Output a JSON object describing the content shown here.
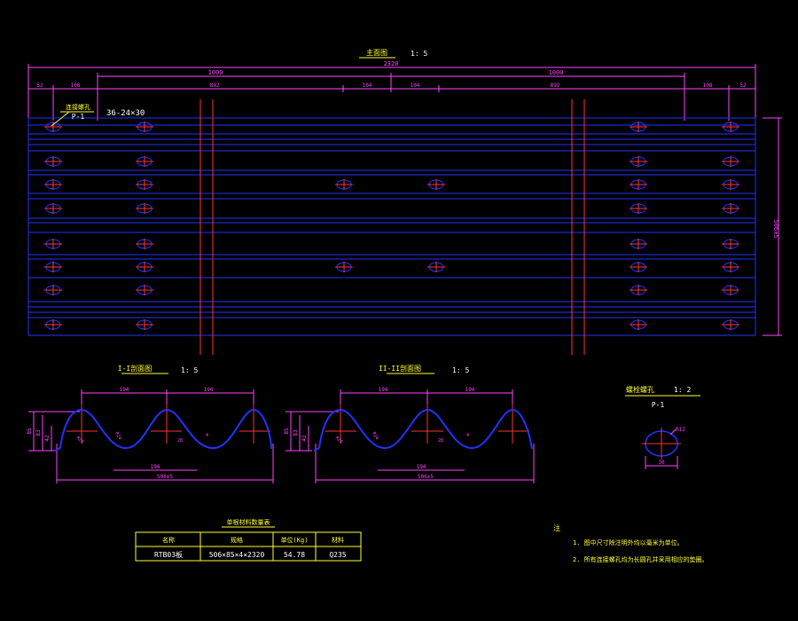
{
  "front_view": {
    "title": "主面图",
    "scale": "1: 5",
    "dim_total": "2320",
    "dim_half_left": "1000",
    "dim_half_right": "1000",
    "dim_segments": [
      "52",
      "108",
      "892",
      "104",
      "104",
      "892",
      "108",
      "52"
    ],
    "height_dim": "506±5",
    "hole_note": "36-24×30",
    "hole_tag": "P-1",
    "hole_label": "连接螺孔"
  },
  "section_I": {
    "title": "I-I剖面图",
    "scale": "1: 5",
    "dims_top": [
      "194",
      "194"
    ],
    "dim_mid": "194",
    "dim_bottom": "506±5",
    "dims_side": [
      "85",
      "83",
      "42"
    ],
    "dims_other": [
      "R24",
      "R24",
      "28",
      "4"
    ]
  },
  "section_II": {
    "title": "II-II剖面图",
    "scale": "1: 5",
    "dims_top": [
      "194",
      "194"
    ],
    "dim_mid": "194",
    "dim_bottom": "506±5",
    "dims_side": [
      "85",
      "83",
      "42"
    ],
    "dims_other": [
      "R24",
      "R24",
      "28",
      "4"
    ]
  },
  "detail": {
    "title": "螺栓螺孔",
    "scale": "1: 2",
    "tag": "P-1",
    "radius": "R12",
    "width": "30"
  },
  "table": {
    "title": "单根材料数量表",
    "headers": [
      "名称",
      "规格",
      "单位(Kg)",
      "材料"
    ],
    "rows": [
      [
        "RTB03板",
        "506×85×4×2320",
        "54.78",
        "Q235"
      ]
    ]
  },
  "notes": {
    "heading": "注",
    "items": [
      "1. 图中尺寸除注明外均以毫米为单位。",
      "2. 所有连接螺孔均为长圆孔并采用相应的垫圈。"
    ]
  },
  "colors": {
    "background": "#000000",
    "dimension": "#ff44ff",
    "outline": "#2233ff",
    "centerline": "#ff3333",
    "text": "#ffff33"
  }
}
